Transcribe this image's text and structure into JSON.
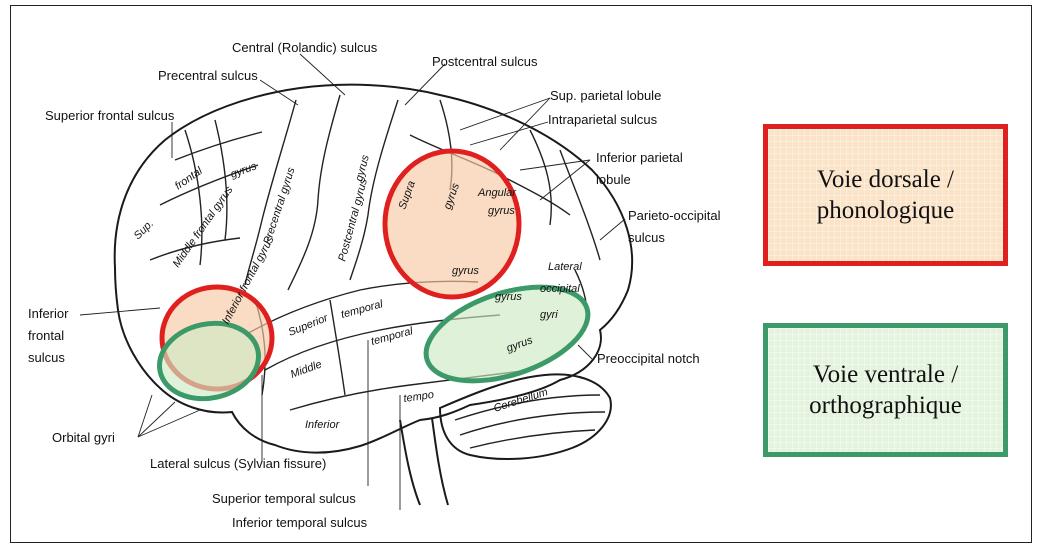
{
  "labels": {
    "central_sulcus": "Central (Rolandic) sulcus",
    "precentral_sulcus": "Precentral sulcus",
    "postcentral_sulcus": "Postcentral sulcus",
    "sup_parietal_lobule": "Sup. parietal lobule",
    "intraparietal_sulcus": "Intraparietal sulcus",
    "superior_frontal_sulcus": "Superior frontal sulcus",
    "inferior_parietal_lobule_1": "Inferior parietal",
    "inferior_parietal_lobule_2": "lobule",
    "parieto_occipital_1": "Parieto-occipital",
    "parieto_occipital_2": "sulcus",
    "inferior_frontal_sulcus_1": "Inferior",
    "inferior_frontal_sulcus_2": "frontal",
    "inferior_frontal_sulcus_3": "sulcus",
    "preoccipital_notch": "Preoccipital notch",
    "orbital_gyri": "Orbital gyri",
    "lateral_sulcus": "Lateral sulcus (Sylvian fissure)",
    "superior_temporal_sulcus": "Superior temporal sulcus",
    "inferior_temporal_sulcus": "Inferior temporal sulcus"
  },
  "gyri": {
    "frontal": "frontal",
    "sup": "Sup.",
    "gyrus_a": "gyrus",
    "middle_frontal_gyrus": "Middle frontal gyrus",
    "precentral_gyrus": "Precentral gyrus",
    "postcentral_gyrus": "Postcentral gyrus",
    "gyrus_b": "gyrus",
    "inferior_frontal_gyrus": "Inferior frontal gyrus",
    "supramarginal": "Supra",
    "angular": "Angular",
    "gyrus_c": "gyrus",
    "gyrus_d": "gyrus",
    "gyrus_e": "gyrus",
    "lateral": "Lateral",
    "occipital": "occipital",
    "superior": "Superior",
    "temporal_1": "temporal",
    "temporal_2": "temporal",
    "middle": "Middle",
    "inferior": "Inferior",
    "tempo": "tempo",
    "cerebellum": "Cerebellum",
    "gyri": "gyri",
    "gyrus_f": "gyrus",
    "gyrus_g": "gyrus"
  },
  "legend": {
    "dorsal": "Voie dorsale /\nphonologique",
    "ventral": "Voie ventrale /\northographique"
  },
  "colors": {
    "dorsal_stroke": "#e01f1f",
    "dorsal_fill": "#f6c9a3",
    "ventral_stroke": "#3c9a68",
    "ventral_fill": "#cfe9c4"
  }
}
